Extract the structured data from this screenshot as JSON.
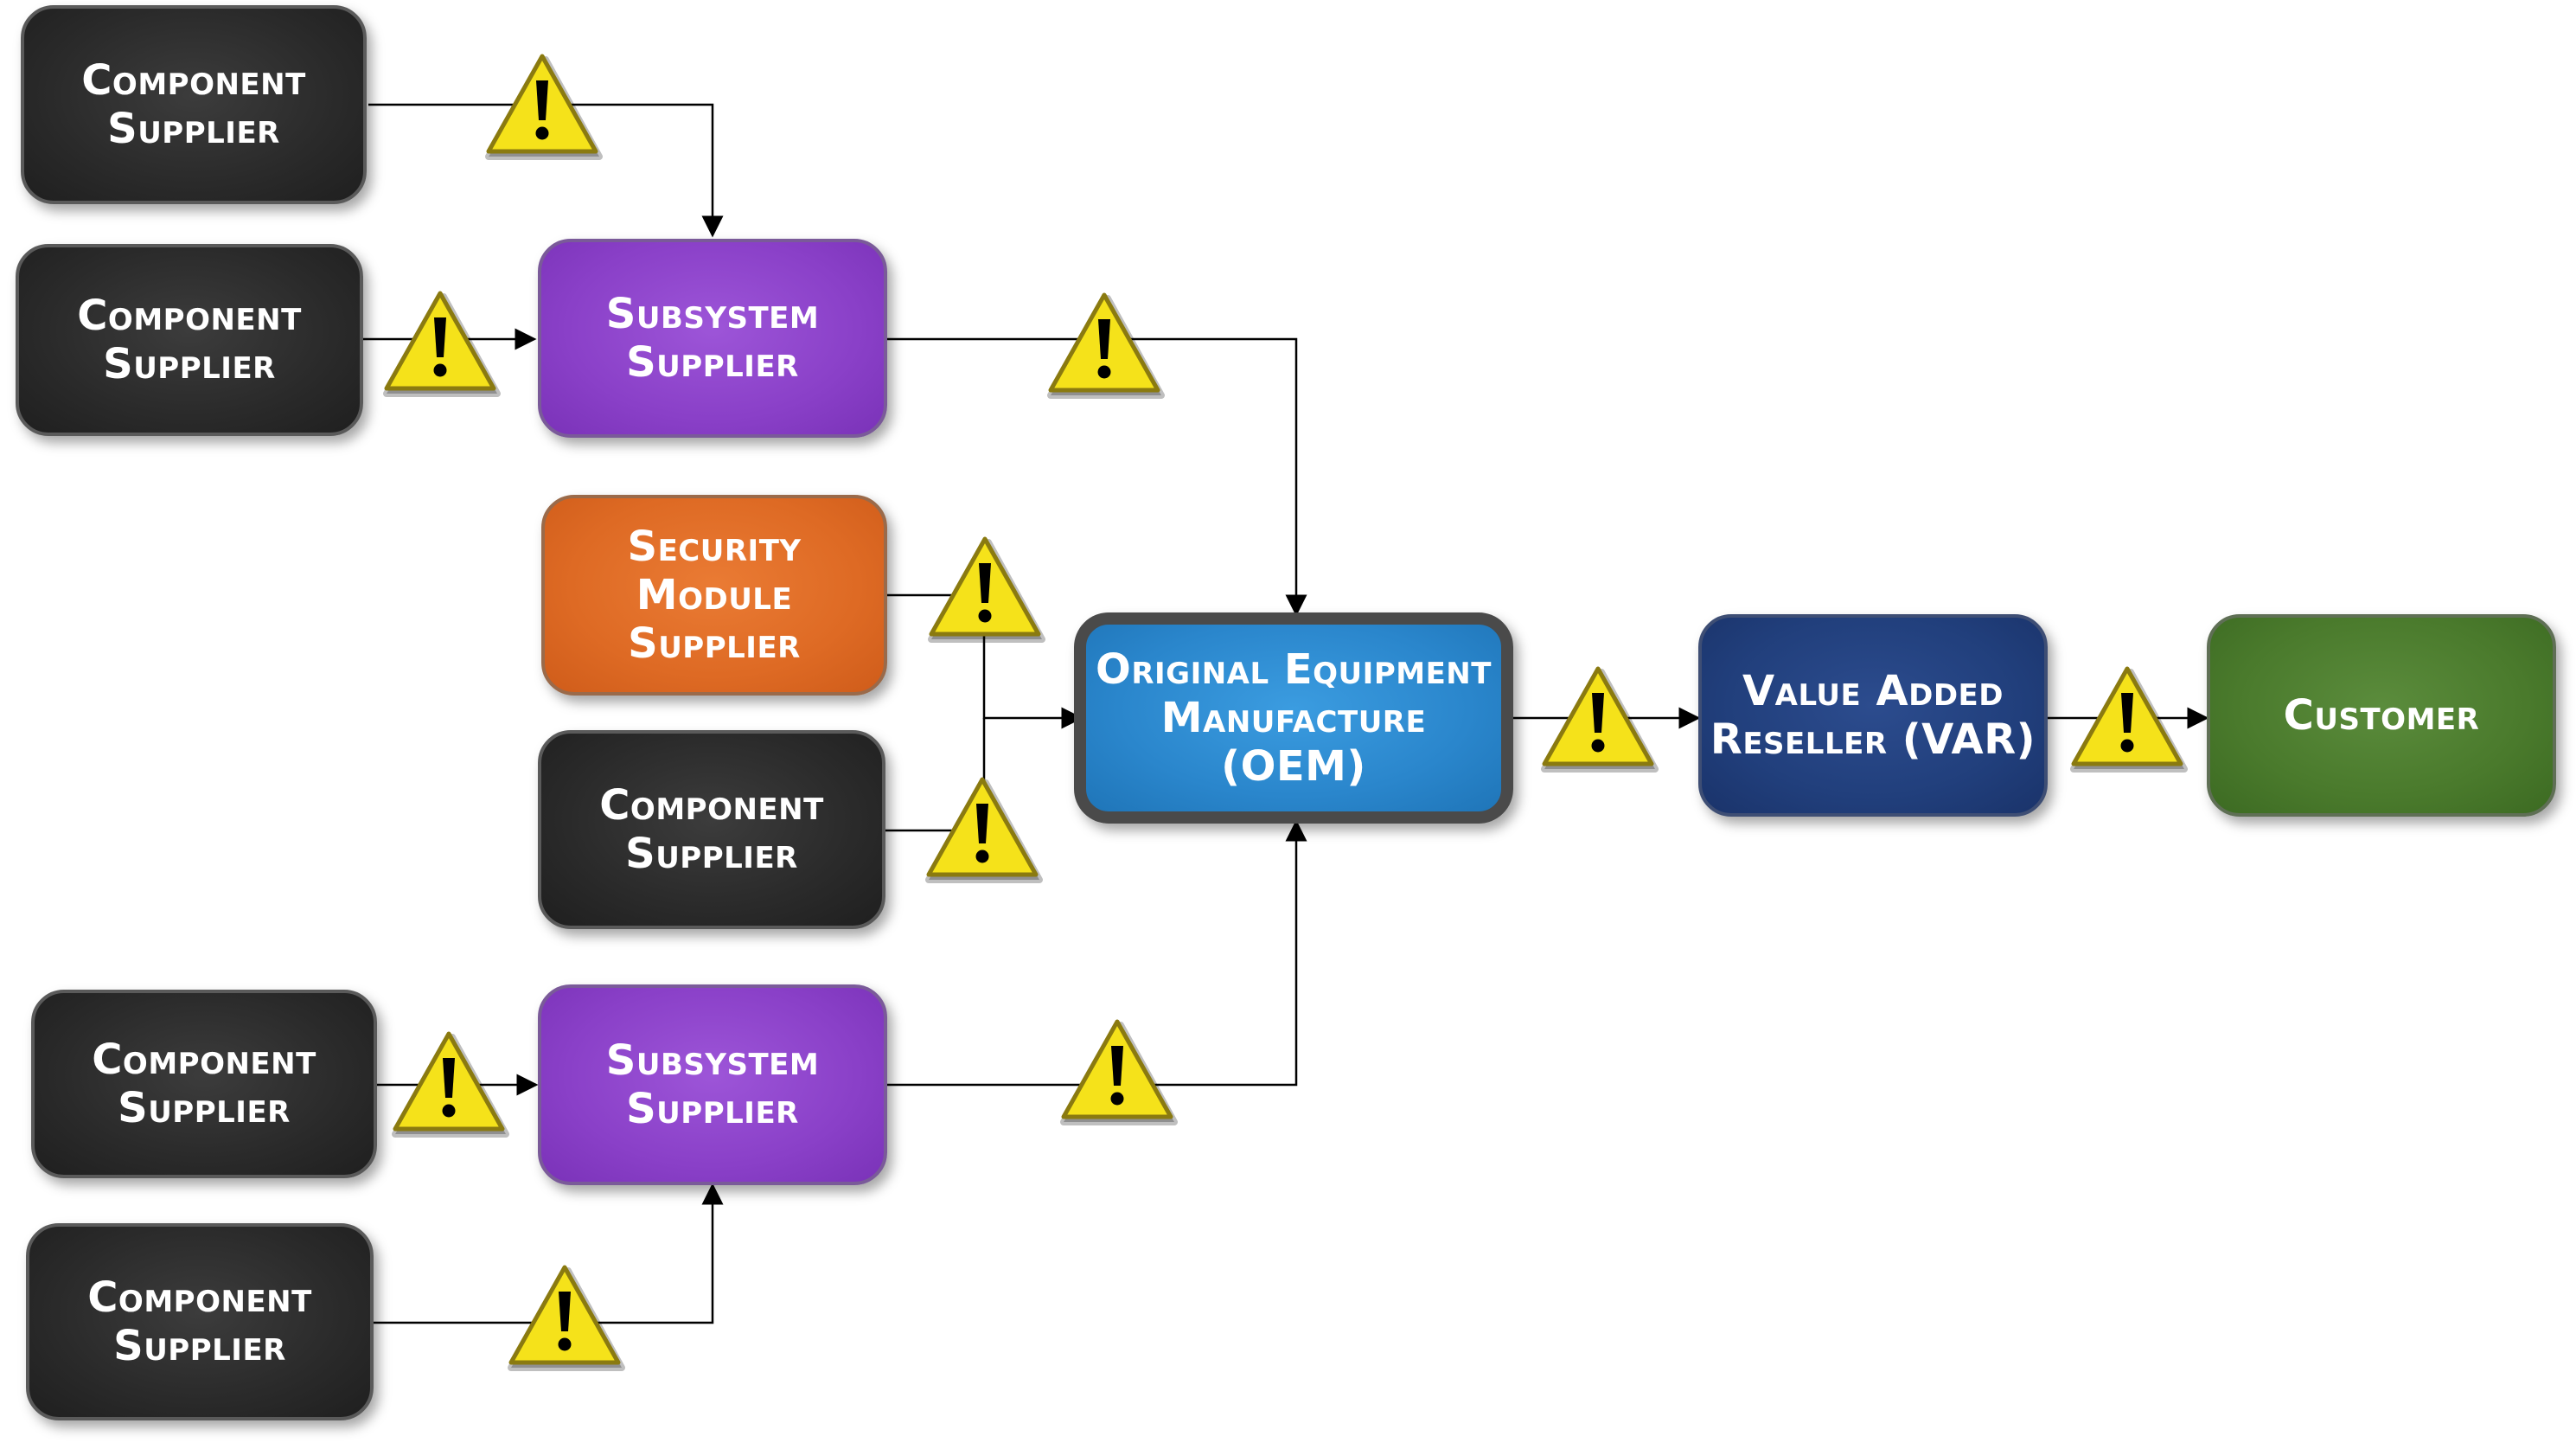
{
  "nodes": {
    "component_supplier_1": [
      "Component",
      "Supplier"
    ],
    "component_supplier_2": [
      "Component",
      "Supplier"
    ],
    "subsystem_supplier_top": [
      "Subsystem",
      "Supplier"
    ],
    "security_module_supplier": [
      "Security",
      "Module",
      "Supplier"
    ],
    "component_supplier_3": [
      "Component",
      "Supplier"
    ],
    "oem": [
      "Original Equipment",
      "Manufacture (OEM)"
    ],
    "var": [
      "Value Added",
      "Reseller (VAR)"
    ],
    "customer": [
      "Customer"
    ],
    "component_supplier_4": [
      "Component",
      "Supplier"
    ],
    "subsystem_supplier_bottom": [
      "Subsystem",
      "Supplier"
    ],
    "component_supplier_5": [
      "Component",
      "Supplier"
    ]
  },
  "icons": {
    "warning": "warning-icon"
  },
  "colors": {
    "component": "#2a2a2a",
    "subsystem": "#8a40c8",
    "security": "#de6a24",
    "oem": "#2a86cc",
    "oem_border": "#4a4a4a",
    "var": "#213f7c",
    "customer": "#4a7a2c",
    "warning_fill": "#f5e21a",
    "warning_stroke": "#8a7a10",
    "connector": "#000000"
  }
}
